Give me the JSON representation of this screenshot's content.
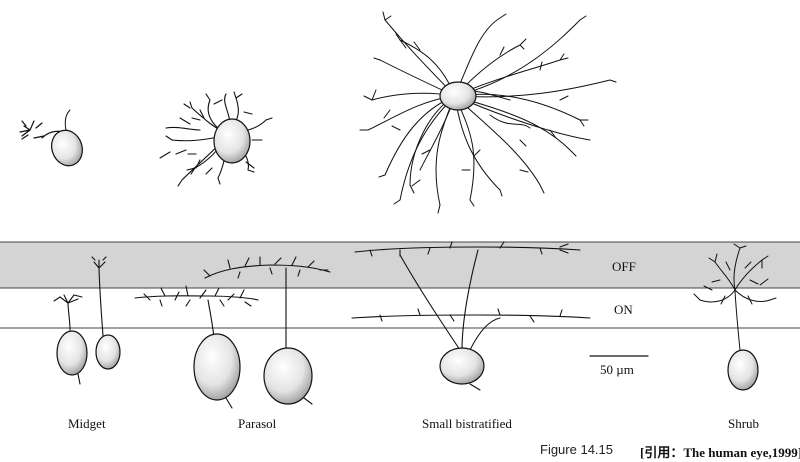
{
  "layers": {
    "off": "OFF",
    "on": "ON"
  },
  "scale_bar": {
    "label": "50 µm"
  },
  "cells": [
    {
      "id": "midget",
      "name": "Midget"
    },
    {
      "id": "parasol",
      "name": "Parasol"
    },
    {
      "id": "small-bistratified",
      "name": "Small bistratified"
    },
    {
      "id": "shrub",
      "name": "Shrub"
    }
  ],
  "caption": "Figure 14.15",
  "citation": "[引用：The human eye,1999]",
  "colors": {
    "off_band": "#d4d4d4",
    "ink": "#111111"
  }
}
